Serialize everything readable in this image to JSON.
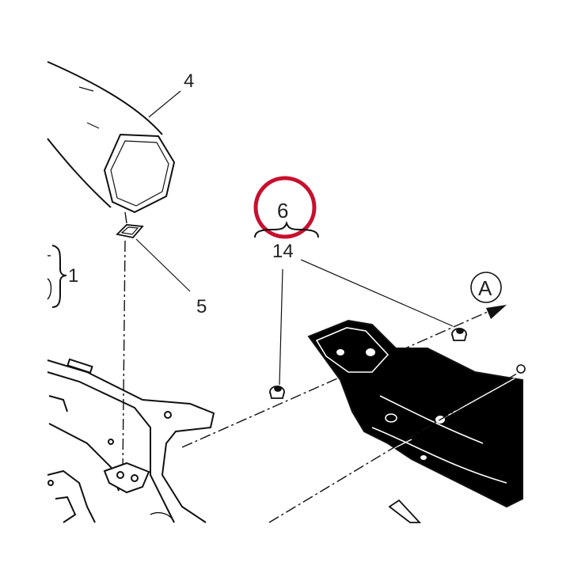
{
  "diagram": {
    "callouts": {
      "part_4": "4",
      "part_5": "5",
      "part_6": "6",
      "part_14": "14",
      "part_1": "1",
      "view_a": "A"
    },
    "colors": {
      "line": "#111111",
      "highlight": "#c8102e",
      "fill_dark": "#000000",
      "background": "#ffffff"
    },
    "icons": {
      "view_marker": "circled-letter-icon",
      "direction": "arrow-right-icon"
    }
  }
}
